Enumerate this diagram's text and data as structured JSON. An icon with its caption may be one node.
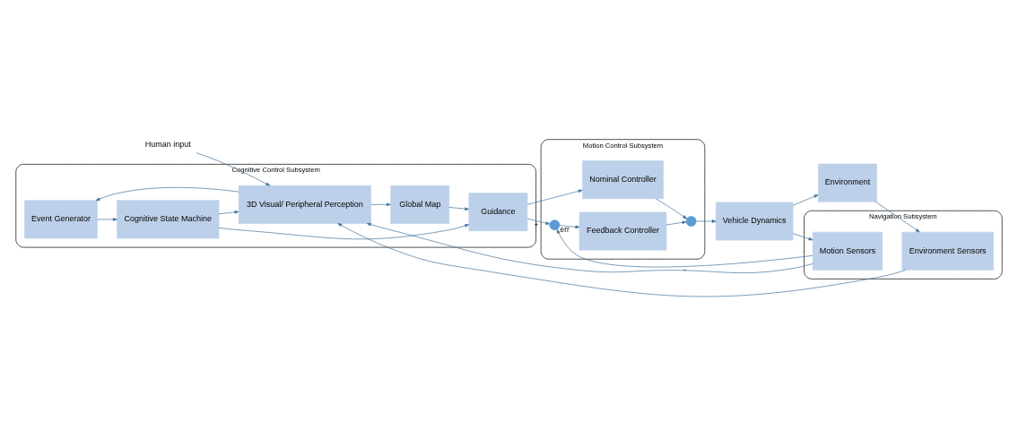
{
  "diagram": {
    "nodes": [
      {
        "text": [
          "Human input"
        ]
      },
      {
        "text": [
          "Cognitive Control Subsystem"
        ]
      },
      {
        "text": [
          "Event Generator"
        ],
        "in": 1
      },
      {
        "text": [
          "Cognitive State Machine"
        ],
        "in": 1
      },
      {
        "text": [
          "3D Visual/ Peripheral Perception"
        ],
        "in": 1
      },
      {
        "text": [
          "Global Map"
        ],
        "in": 1
      },
      {
        "text": [
          "Guidance"
        ],
        "in": 1
      },
      {
        "text": [
          "Motion Control Subsystem"
        ]
      },
      {
        "text": [
          "Nominal Controller"
        ],
        "in": 7
      },
      {
        "text": [],
        "shape": "circle",
        "in": 7
      },
      {
        "text": [
          "Feedback Controller"
        ],
        "in": 7
      },
      {
        "text": [],
        "shape": "circle",
        "in": 7
      },
      {
        "text": [
          "Vehicle Dynamics"
        ]
      },
      {
        "text": [
          "Environment"
        ]
      },
      {
        "text": [
          "Navigation Subsystem"
        ]
      },
      {
        "text": [
          "Motion Sensors"
        ],
        "in": 14
      },
      {
        "text": [
          "Environment Sensors"
        ],
        "in": 14
      }
    ],
    "edges": [
      {
        "from": 0,
        "to": 4,
        "arrow": "to"
      },
      {
        "from": 4,
        "to": 2,
        "arrow": "to"
      },
      {
        "from": 2,
        "to": 3,
        "arrow": "to"
      },
      {
        "from": 4,
        "to": 5,
        "arrow": "to"
      },
      {
        "from": 3,
        "to": 6,
        "arrow": "to"
      },
      {
        "from": 3,
        "to": 4,
        "arrow": "to"
      },
      {
        "from": 5,
        "to": 6,
        "arrow": "to"
      },
      {
        "from": 6,
        "to": 8,
        "arrow": "to"
      },
      {
        "from": 6,
        "to": 9,
        "arrow": "to",
        "label": "+"
      },
      {
        "from": 9,
        "to": 10,
        "arrow": "to",
        "label": "err"
      },
      {
        "from": 8,
        "to": 11,
        "arrow": "to"
      },
      {
        "from": 10,
        "to": 11,
        "arrow": "to"
      },
      {
        "from": 11,
        "to": 12,
        "arrow": "to"
      },
      {
        "from": 12,
        "to": 13,
        "arrow": "to"
      },
      {
        "from": 12,
        "to": 15,
        "arrow": "to"
      },
      {
        "from": 15,
        "to": 9,
        "arrow": "to",
        "label": "-"
      },
      {
        "from": 15,
        "to": 4,
        "arrow": "to"
      },
      {
        "from": 13,
        "to": 16,
        "arrow": "to"
      },
      {
        "from": 16,
        "to": 4,
        "arrow": "to"
      }
    ]
  }
}
